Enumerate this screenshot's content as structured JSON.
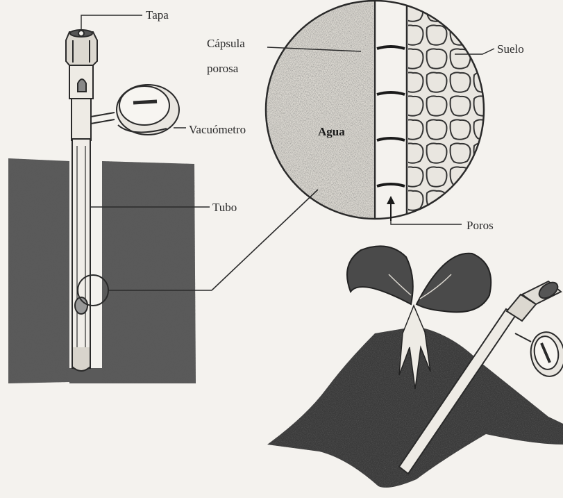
{
  "labels": {
    "tapa": "Tapa",
    "capsula_line1": "Cápsula",
    "capsula_line2": "porosa",
    "suelo": "Suelo",
    "vacuometro": "Vacuómetro",
    "agua": "Agua",
    "tubo": "Tubo",
    "poros": "Poros"
  },
  "colors": {
    "ink": "#2a2a2a",
    "paper": "#f4f2ee",
    "soil": "#3a3a3a"
  }
}
